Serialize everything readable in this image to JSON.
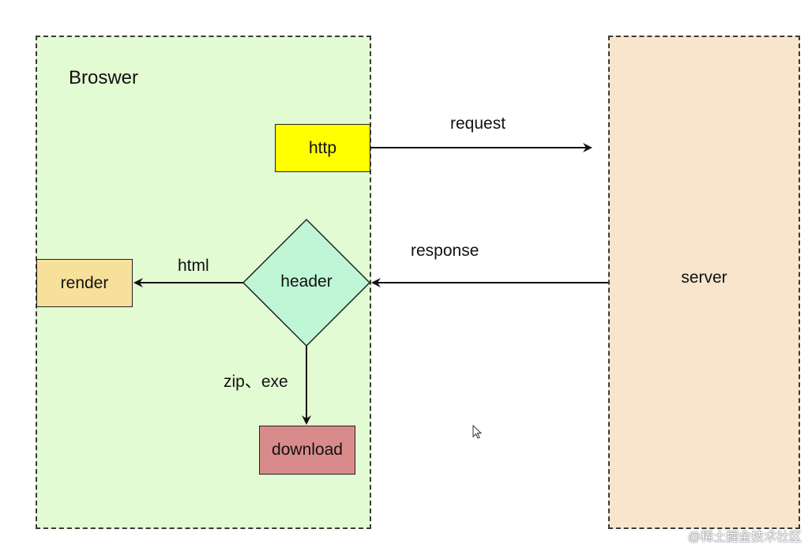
{
  "diagram": {
    "browser": {
      "title": "Broswer"
    },
    "server": {
      "label": "server"
    },
    "nodes": {
      "http": "http",
      "header": "header",
      "render": "render",
      "download": "download"
    },
    "edges": {
      "request": "request",
      "response": "response",
      "html": "html",
      "zip_exe": "zip、exe"
    },
    "colors": {
      "browser_fill": "#e2fbd2",
      "server_fill": "#f8e5cc",
      "http_fill": "#ffff00",
      "header_fill": "#bff7d6",
      "render_fill": "#f7e09a",
      "download_fill": "#d98b8b"
    }
  },
  "watermark": "@稀土掘金技术社区"
}
